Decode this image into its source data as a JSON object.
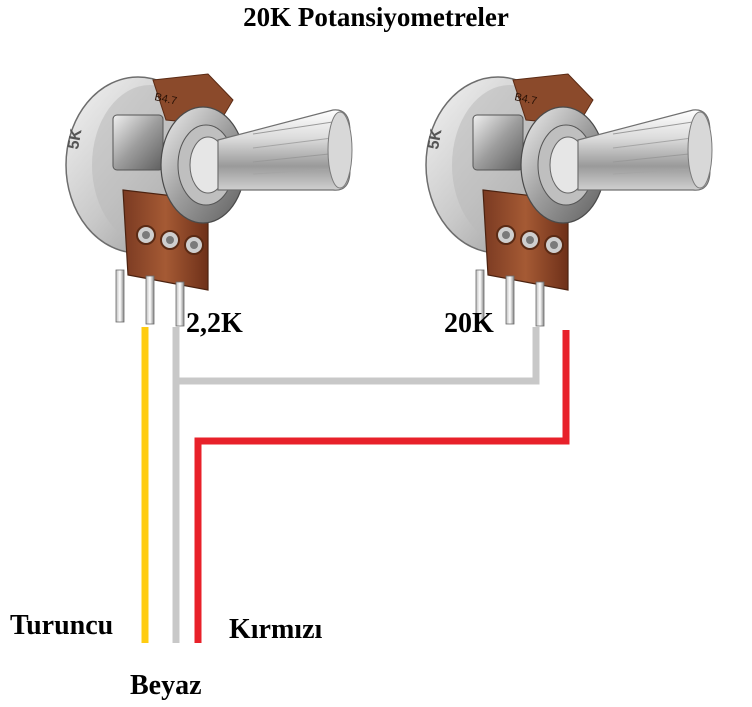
{
  "title": "20K Potansiyometreler",
  "pot_left": {
    "label": "2,2K",
    "body_text": "B4.7",
    "side_text": "5K"
  },
  "pot_right": {
    "label": "20K",
    "body_text": "B4.7",
    "side_text": "5K"
  },
  "wires": {
    "orange": {
      "label": "Turuncu",
      "color": "#ffcc11"
    },
    "white": {
      "label": "Beyaz",
      "color": "#c8c8c8"
    },
    "red": {
      "label": "Kırmızı",
      "color": "#e8212a"
    }
  }
}
